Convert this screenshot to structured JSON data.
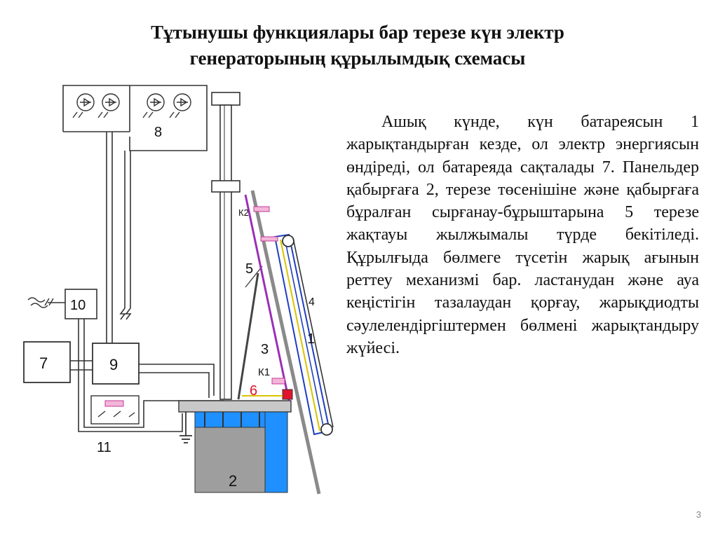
{
  "slide": {
    "title_line1": "Тұтынушы функциялары бар терезе күн электр",
    "title_line2": "генераторының құрылымдық схемасы",
    "paragraph": "Ашық күнде, күн батареясын 1 жарықтандырған кезде, ол электр энергиясын өндіреді, ол батареяда сақталады 7. Панельдер қабырғаға 2, терезе төсенішіне және қабырғаға бұралған сырғанау-бұрыштарына 5 терезе жақтауы жылжымалы түрде бекітіледі. Құрылғыда бөлмеге түсетін жарық ағынын реттеу механизмі бар. ластанудан және ауа кеңістігін тазалаудан қорғау, жарықдиодты сәулелендіргіштермен бөлмені жарықтандыру жүйесі.",
    "page_number": "3"
  },
  "diagram": {
    "labels": {
      "l1": "1",
      "l2": "2",
      "l3": "3",
      "l4": "4",
      "l5": "5",
      "l6": "6",
      "l7": "7",
      "l8": "8",
      "l9": "9",
      "l10": "10",
      "l11": "11",
      "k1": "К1",
      "k2": "К2"
    },
    "colors": {
      "wall_blue": "#1e90ff",
      "wall_gray": "#9e9e9e",
      "rod_purple": "#9a2fb5",
      "panel_blue": "#1f3fbf",
      "accent_red": "#e0142a",
      "accent_yellow": "#d9c400"
    }
  }
}
